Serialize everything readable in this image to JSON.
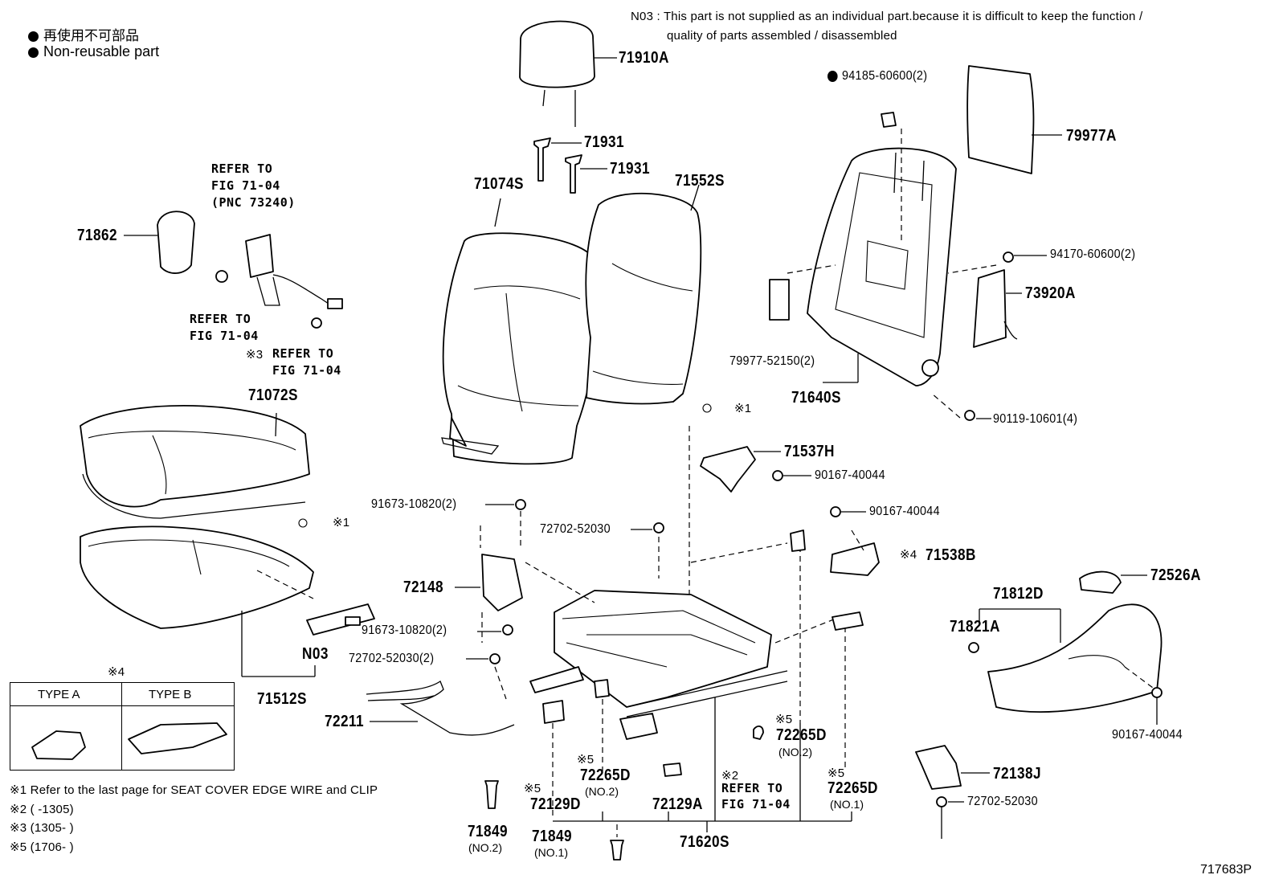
{
  "legend": {
    "jp": "再使用不可部品",
    "en": "Non-reusable part"
  },
  "n03_note": {
    "line1": "N03 : This part is not supplied as an individual part.because it is difficult to keep the function /",
    "line2": "quality of parts assembled / disassembled"
  },
  "labels": {
    "p71910A": "71910A",
    "p71931a": "71931",
    "p71931b": "71931",
    "p71074S": "71074S",
    "p71552S": "71552S",
    "p71862": "71862",
    "p71072S": "71072S",
    "p71512S": "71512S",
    "pN03": "N03",
    "p72148": "72148",
    "p72211": "72211",
    "p71849a": "71849",
    "p71849a_sub": "(NO.2)",
    "p71849b": "71849",
    "p71849b_sub": "(NO.1)",
    "p72129D": "72129D",
    "p72265D1": "72265D",
    "p72265D1_sub": "(NO.2)",
    "p72129A": "72129A",
    "p71620S": "71620S",
    "p72265D2": "72265D",
    "p72265D2_sub": "(NO.2)",
    "p72265D3": "72265D",
    "p72265D3_sub": "(NO.1)",
    "p72138J": "72138J",
    "p72702_52030_c": "72702-52030",
    "p71812D": "71812D",
    "p71821A": "71821A",
    "p72526A": "72526A",
    "p90167_40044_c": "90167-40044",
    "p71538B": "71538B",
    "p90167_40044_b": "90167-40044",
    "p71537H": "71537H",
    "p90167_40044_a": "90167-40044",
    "p71640S": "71640S",
    "p79977_52150": "79977-52150(2)",
    "p90119_10601": "90119-10601(4)",
    "p73920A": "73920A",
    "p94170_60600": "94170-60600(2)",
    "p79977A": "79977A",
    "p94185_60600": "94185-60600(2)",
    "p91673_10820_a": "91673-10820(2)",
    "p91673_10820_b": "91673-10820(2)",
    "p72702_52030_a": "72702-52030",
    "p72702_52030_b": "72702-52030(2)",
    "drawing_no": "717683P"
  },
  "marks": {
    "m1a": "※1",
    "m1b": "※1",
    "m3": "※3",
    "m4": "※4",
    "m4b": "※4",
    "m5a": "※5",
    "m5b": "※5",
    "m5c": "※5",
    "m5d": "※5",
    "m2": "※2"
  },
  "refs": {
    "r1_l1": "REFER TO",
    "r1_l2": "FIG 71-04",
    "r1_l3": "(PNC 73240)",
    "r2_l1": "REFER TO",
    "r2_l2": "FIG 71-04",
    "r3_l1": "REFER TO",
    "r3_l2": "FIG 71-04",
    "r4_l1": "REFER TO",
    "r4_l2": "FIG 71-04"
  },
  "type_table": {
    "type_a": "TYPE A",
    "type_b": "TYPE B"
  },
  "footnotes": {
    "f1": "※1  Refer to the last page for SEAT COVER EDGE WIRE and CLIP",
    "f2": "※2 (      -1305)",
    "f3": "※3 (1305-       )",
    "f5": "※5 (1706-       )"
  }
}
